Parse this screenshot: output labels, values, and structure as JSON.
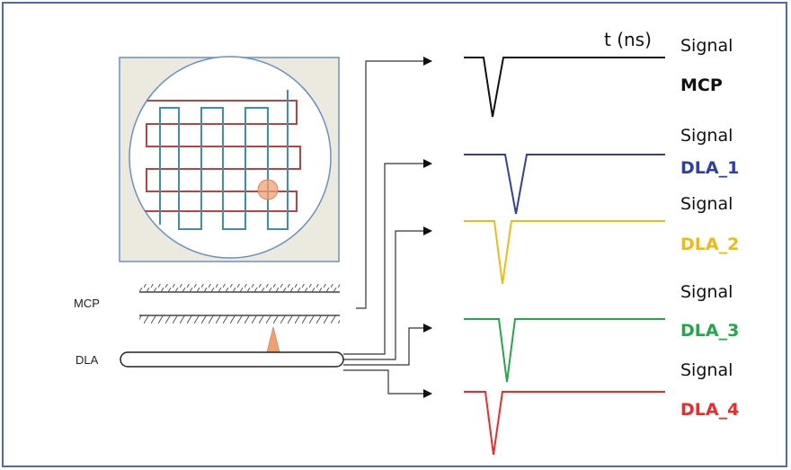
{
  "axis": {
    "time_label": "t (ns)"
  },
  "detectors": {
    "mcp_label": "MCP",
    "dla_label": "DLA"
  },
  "signals": [
    {
      "word": "Signal",
      "name": "MCP",
      "color": "#111111"
    },
    {
      "word": "Signal",
      "name": "DLA_1",
      "color": "#2e3fa8"
    },
    {
      "word": "Signal",
      "name": "DLA_2",
      "color": "#f2b90f"
    },
    {
      "word": "Signal",
      "name": "DLA_3",
      "color": "#22a84a"
    },
    {
      "word": "Signal",
      "name": "DLA_4",
      "color": "#ee2a2a"
    }
  ],
  "colors": {
    "frame": "#4a6fa5",
    "panel_bg": "#ece9de",
    "panel_border": "#6b8fc7",
    "meander_horizontal": "#b8453f",
    "meander_vertical": "#3a8fb5",
    "hit_spot": "#f0a070",
    "cone": "#f0a070"
  }
}
